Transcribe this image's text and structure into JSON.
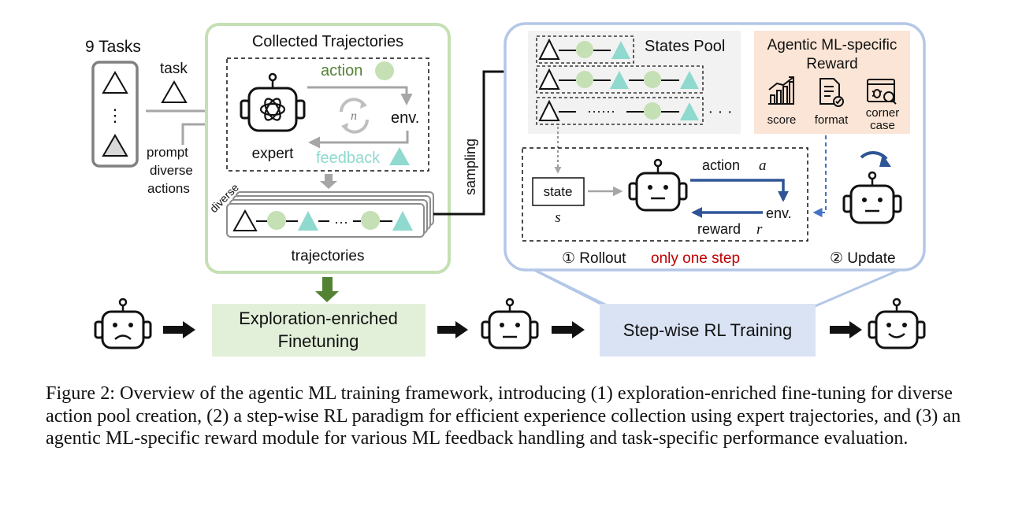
{
  "tasks": {
    "title": "9 Tasks",
    "dots": "⋮",
    "task_label": "task"
  },
  "prompt": {
    "line1": "prompt",
    "line2": "diverse",
    "line3": "actions"
  },
  "collected": {
    "title": "Collected Trajectories",
    "action": "action",
    "feedback": "feedback",
    "env": "env.",
    "loop": "n",
    "expert": "expert",
    "diverse": "diverse",
    "ellipsis": "···",
    "trajectories": "trajectories"
  },
  "sampling": "sampling",
  "states_pool": {
    "title": "States Pool",
    "ellipsis_row": "······",
    "ellipsis_more": "· · ·"
  },
  "reward_module": {
    "title_line1": "Agentic ML-specific",
    "title_line2": "Reward",
    "score": "score",
    "format": "format",
    "corner_line1": "corner",
    "corner_line2": "case"
  },
  "rollout": {
    "state": "state",
    "state_var": "s",
    "action": "action",
    "action_var": "a",
    "env": "env.",
    "reward": "reward",
    "reward_var": "r",
    "step_label": "① Rollout",
    "step_highlight": "only one step"
  },
  "update": "② Update",
  "pipeline": {
    "finetune_line1": "Exploration-enriched",
    "finetune_line2": "Finetuning",
    "rl": "Step-wise RL Training"
  },
  "caption": "Figure 2: Overview of the agentic ML training framework, introducing (1) exploration-enriched fine-tuning for diverse action pool creation, (2) a step-wise RL paradigm for efficient experience collection using expert trajectories, and (3) an agentic ML-specific reward module for various ML feedback handling and task-specific performance evaluation.",
  "colors": {
    "green_panel": "#a9d18e",
    "green_fill": "#e2f0d9",
    "green_text": "#548235",
    "teal": "#8fd9cf",
    "blue_panel": "#b4c7e7",
    "blue_fill": "#dae3f3",
    "blue_arrow": "#2f5597",
    "peach": "#fbe5d6",
    "red_text": "#c00000",
    "gray": "#a6a6a6"
  }
}
